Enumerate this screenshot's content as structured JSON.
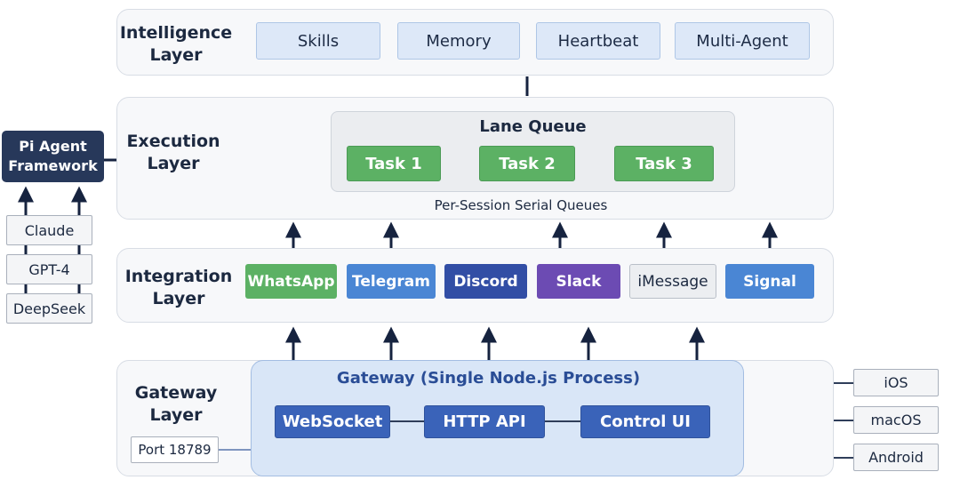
{
  "intelligence": {
    "title_line1": "Intelligence",
    "title_line2": "Layer",
    "items": [
      "Skills",
      "Memory",
      "Heartbeat",
      "Multi-Agent"
    ]
  },
  "execution": {
    "title_line1": "Execution",
    "title_line2": "Layer",
    "queue_title": "Lane Queue",
    "tasks": [
      "Task 1",
      "Task 2",
      "Task 3"
    ],
    "caption": "Per-Session Serial Queues"
  },
  "pi_agent": {
    "line1": "Pi Agent",
    "line2": "Framework",
    "models": [
      "Claude",
      "GPT-4",
      "DeepSeek"
    ]
  },
  "integration": {
    "title_line1": "Integration",
    "title_line2": "Layer",
    "channels": [
      {
        "label": "WhatsApp",
        "color": "#5cb164"
      },
      {
        "label": "Telegram",
        "color": "#4a86d4"
      },
      {
        "label": "Discord",
        "color": "#324ea5"
      },
      {
        "label": "Slack",
        "color": "#6c4bb3"
      },
      {
        "label": "iMessage",
        "color": "#eceef1"
      },
      {
        "label": "Signal",
        "color": "#4a86d4"
      }
    ]
  },
  "gateway": {
    "title_line1": "Gateway",
    "title_line2": "Layer",
    "process_title": "Gateway (Single Node.js Process)",
    "components": [
      "WebSocket",
      "HTTP API",
      "Control UI"
    ],
    "port_label": "Port 18789",
    "clients": [
      "iOS",
      "macOS",
      "Android"
    ]
  },
  "colors": {
    "panel_bg": "#f7f8fa",
    "arrow": "#16233f",
    "gateway_bg": "#d9e6f7",
    "button_blue": "#3a63b9"
  }
}
